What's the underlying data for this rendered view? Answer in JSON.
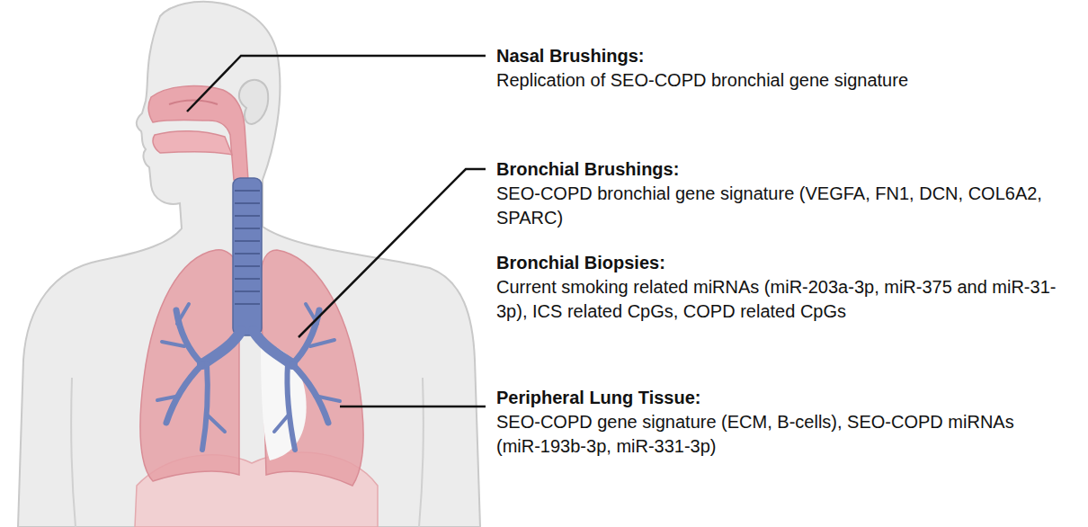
{
  "diagram": {
    "labels": [
      "Nasal Brushings:",
      "Replication of SEO-COPD bronchial gene signature",
      "Bronchial Brushings:",
      "SEO-COPD bronchial gene signature (VEGFA, FN1, DCN, COL6A2, SPARC)",
      "Bronchial Biopsies:",
      "Current smoking related miRNAs (miR-203a-3p, miR-375 and miR-31-3p), ICS related CpGs, COPD related CpGs",
      "Peripheral Lung Tissue:",
      "SEO-COPD gene signature (ECM, B-cells), SEO-COPD miRNAs (miR-193b-3p, miR-331-3p)"
    ]
  }
}
